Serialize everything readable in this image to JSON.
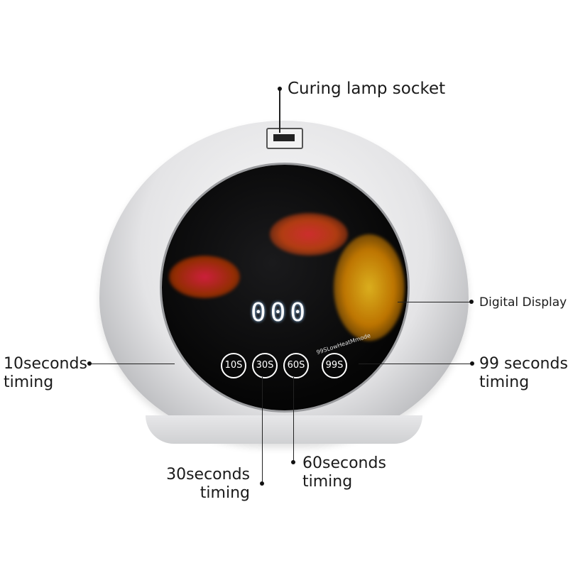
{
  "labels": {
    "socket": "Curing lamp socket",
    "display": "Digital Display",
    "t10": [
      "10seconds",
      "timing"
    ],
    "t99": [
      "99 seconds",
      "timing"
    ],
    "t30": [
      "30seconds",
      "timing"
    ],
    "t60": [
      "60seconds",
      "timing"
    ]
  },
  "device": {
    "display_value": "000",
    "buttons": [
      "10S",
      "30S",
      "60S",
      "99S"
    ],
    "mode_text": "99SLowHeatMmode"
  }
}
